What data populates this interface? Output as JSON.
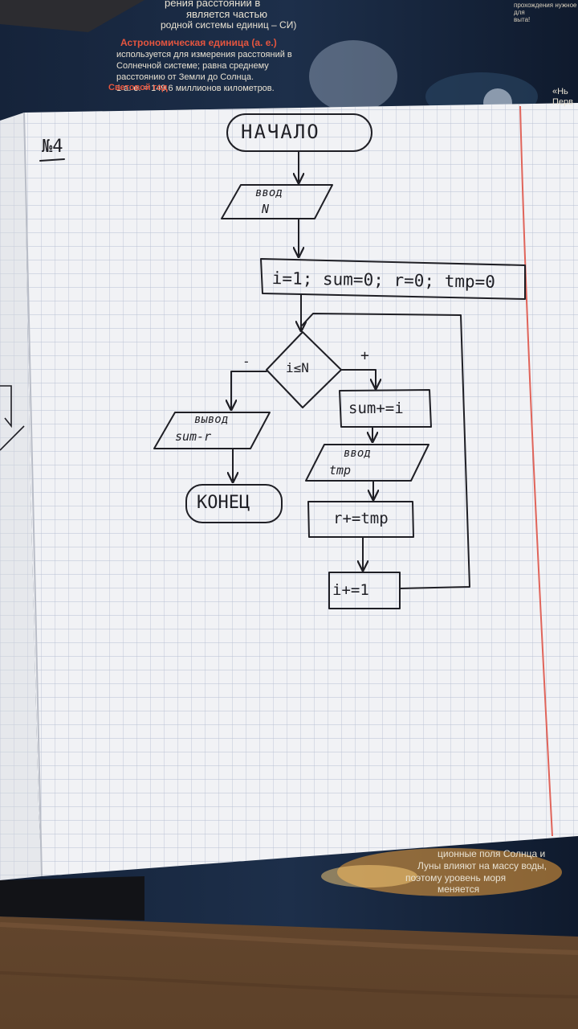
{
  "page_mark": "№4",
  "flowchart": {
    "start": "НАЧАЛО",
    "input_n": {
      "word": "ввод",
      "var": "N"
    },
    "init": "i=1; sum=0; r=0; tmp=0",
    "condition": "i≤N",
    "yes_mark": "+",
    "no_mark": "-",
    "sum_step": "sum+=i",
    "input_tmp": {
      "word": "ввод",
      "var": "tmp"
    },
    "r_step": "r+=tmp",
    "inc_step": "i+=1",
    "output": {
      "word": "вывод",
      "var": "sum-r"
    },
    "end": "КОНЕЦ"
  },
  "magazine_top": {
    "line1": "рения расстояний в",
    "line2": "является частью",
    "line3": "родной системы единиц – СИ)",
    "heading": "Астрономическая единица (а. е.)",
    "body": "используется для измерения расстояний в\nСолнечной системе; равна среднему\nрасстоянию от Земли до Солнца.\n1 а. е. = 149,6 миллионов километров.",
    "heading2": "Световой год",
    "top_right_small": "прохождения нужное для\nвыта!",
    "corner_right": "«Нь\nПерв"
  },
  "magazine_bottom": {
    "line1": "ционные поля Солнца и",
    "line2": "Луны влияют на массу воды,",
    "line3": "поэтому уровень моря",
    "line4": "меняется"
  },
  "colors": {
    "ink": "#1f1f25",
    "paper": "#f1f2f5",
    "grid": "#aeb7cc",
    "margin_line": "#e0645a"
  }
}
